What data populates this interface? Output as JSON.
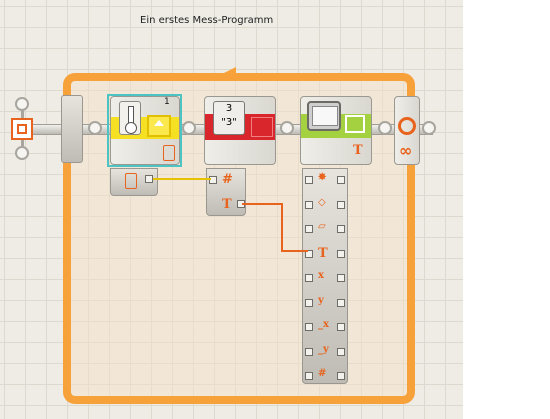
{
  "program_title": "Ein erstes Mess-Programm",
  "colors": {
    "loop": "#f7a13a",
    "sensor_yellow": "#f6e024",
    "number_block_red": "#d9262d",
    "display_green": "#a3d13f",
    "selection": "#4cc4c4",
    "wire_yellow": "#e6c200",
    "wire_orange": "#e8641e"
  },
  "temp_block": {
    "port_number": "1",
    "plug_icon": "thermometer-plug-icon"
  },
  "number_to_text_block": {
    "input_icon": "#",
    "output_icon": "T",
    "badge": "3 → \"3\""
  },
  "display_block": {
    "input_icon": "T",
    "plugs": [
      "star-icon",
      "eraser-icon",
      "clear-icon",
      "T",
      "x",
      "y",
      "_x",
      "_y",
      "#"
    ]
  },
  "loop_block": {
    "mode_icon": "∞"
  }
}
